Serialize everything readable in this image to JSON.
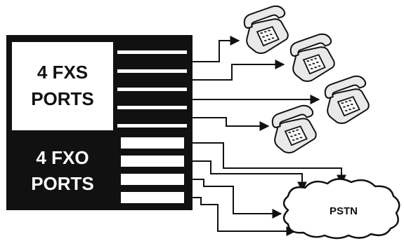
{
  "fxs": {
    "label_line1": "4 FXS",
    "label_line2": "PORTS",
    "port_count": 4
  },
  "fxo": {
    "label_line1": "4 FXO",
    "label_line2": "PORTS",
    "port_count": 4
  },
  "pstn": {
    "label": "PSTN"
  },
  "phones": [
    {
      "icon": "telephone-icon"
    },
    {
      "icon": "telephone-icon"
    },
    {
      "icon": "telephone-icon"
    },
    {
      "icon": "telephone-icon"
    }
  ],
  "colors": {
    "device_body": "#111111",
    "line": "#111111",
    "phone_fill": "#e9e9e9",
    "cloud_fill": "#ffffff"
  }
}
